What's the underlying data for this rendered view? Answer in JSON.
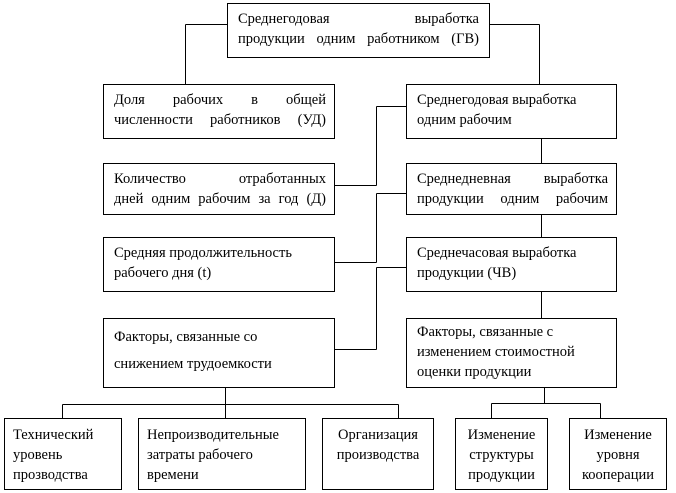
{
  "nodes": {
    "gv": "Среднегодовая выработка\nпродукции одним работником (ГВ)",
    "ud": "Доля рабочих в общей\nчисленности работников (УД)",
    "avg_worker": "Среднегодовая выработка\nодним рабочим",
    "days": "Количество отработанных\nдней одним рабочим за год (Д)",
    "daily": "Среднедневная выработка\nпродукции одним рабочим",
    "daylen": "Средняя продолжительность\nрабочего дня (t)",
    "hourly": "Среднечасовая выработка\nпродукции (ЧВ)",
    "labor": "Факторы, связанные со\nснижением трудоемкости",
    "cost": "Факторы, связанные с\nизменением стоимостной\nоценки продукции",
    "tech": "Технический\nуровень\nпрозводства",
    "nonprod": "Непроизводительные\nзатраты рабочего\nвремени",
    "org": "Организация\nпроизводства",
    "struct": "Изменение\nструктуры\nпродукции",
    "coop": "Изменение\nуровня\nкооперации"
  }
}
